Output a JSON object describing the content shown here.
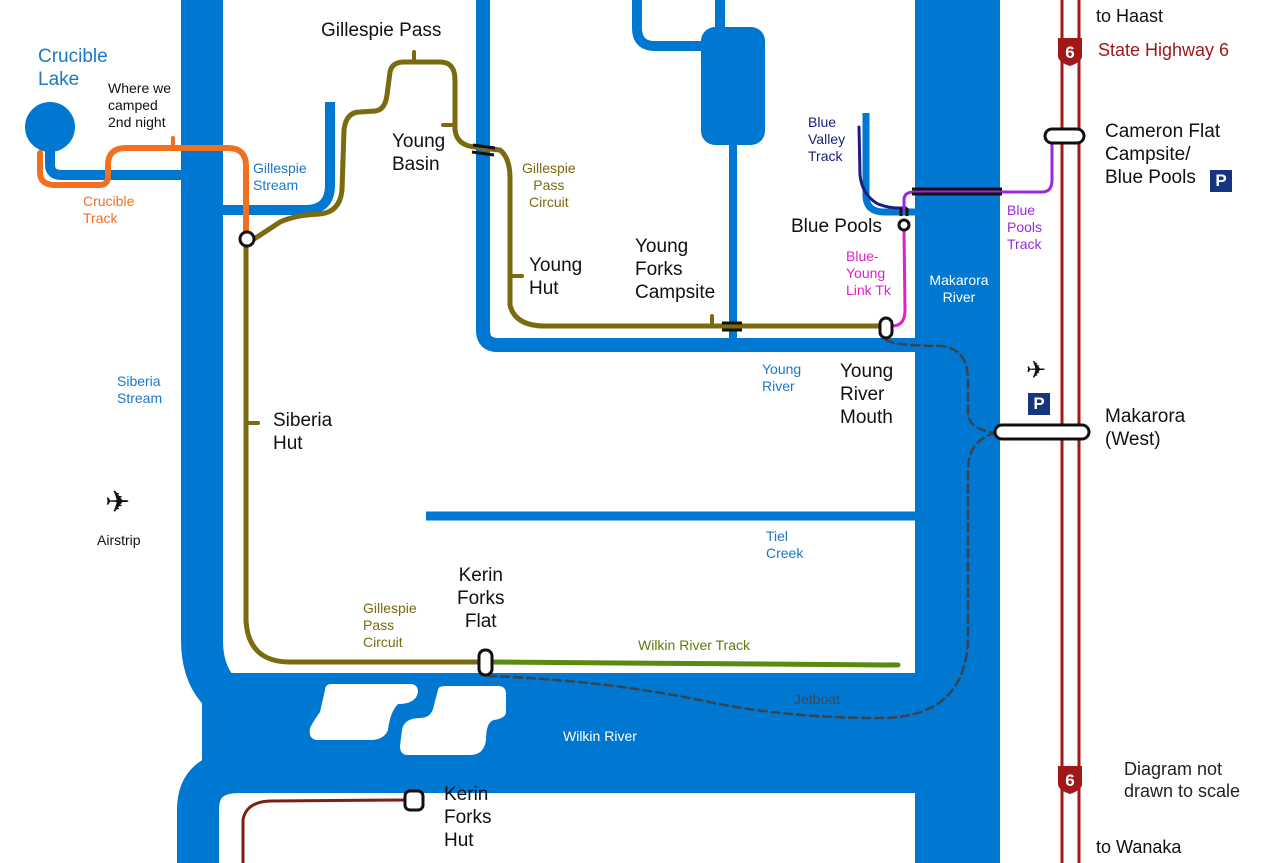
{
  "title": "Gillespie Pass Circuit schematic map",
  "colors": {
    "river": "#0077d0",
    "gillespie_circuit": "#7a6a10",
    "crucible_track": "#f07020",
    "blue_valley_track": "#1b1b80",
    "blue_pools_track": "#9a28e0",
    "blue_young_link": "#e020d0",
    "wilkin_river_track": "#5a8a10",
    "highway": "#a01818",
    "kerin_forks_hut_track": "#7a2010",
    "jetboat": "#3a4450",
    "parking": "#17357f"
  },
  "labels": {
    "crucible_lake": "Crucible\nLake",
    "where_we_camped": "Where we\ncamped\n2nd night",
    "crucible_track": "Crucible\nTrack",
    "gillespie_stream": "Gillespie\nStream",
    "gillespie_pass": "Gillespie Pass",
    "young_basin": "Young\nBasin",
    "gillespie_pass_circuit_top": "Gillespie\nPass\nCircuit",
    "young_hut": "Young\nHut",
    "young_forks_campsite": "Young\nForks\nCampsite",
    "blue_valley_track": "Blue\nValley\nTrack",
    "blue_pools": "Blue Pools",
    "blue_young_link": "Blue-\nYoung\nLink Tk",
    "blue_pools_track": "Blue\nPools\nTrack",
    "makarora_river": "Makarora\nRiver",
    "to_haast": "to Haast",
    "state_highway": "State Highway 6",
    "highway_number": "6",
    "cameron_flat": "Cameron Flat\nCampsite/\nBlue Pools",
    "parking_symbol": "P",
    "young_river": "Young\nRiver",
    "young_river_mouth": "Young\nRiver\nMouth",
    "makarora_west": "Makarora\n(West)",
    "siberia_stream": "Siberia\nStream",
    "siberia_hut": "Siberia\nHut",
    "airstrip": "Airstrip",
    "tiel_creek": "Tiel\nCreek",
    "kerin_forks_flat": "Kerin\nForks\nFlat",
    "gillespie_pass_circuit_bottom": "Gillespie\nPass\nCircuit",
    "wilkin_river_track": "Wilkin River Track",
    "jetboat": "Jetboat",
    "wilkin_river": "Wilkin River",
    "kerin_forks_hut": "Kerin\nForks\nHut",
    "not_to_scale": "Diagram not\ndrawn to scale",
    "to_wanaka": "to Wanaka"
  }
}
